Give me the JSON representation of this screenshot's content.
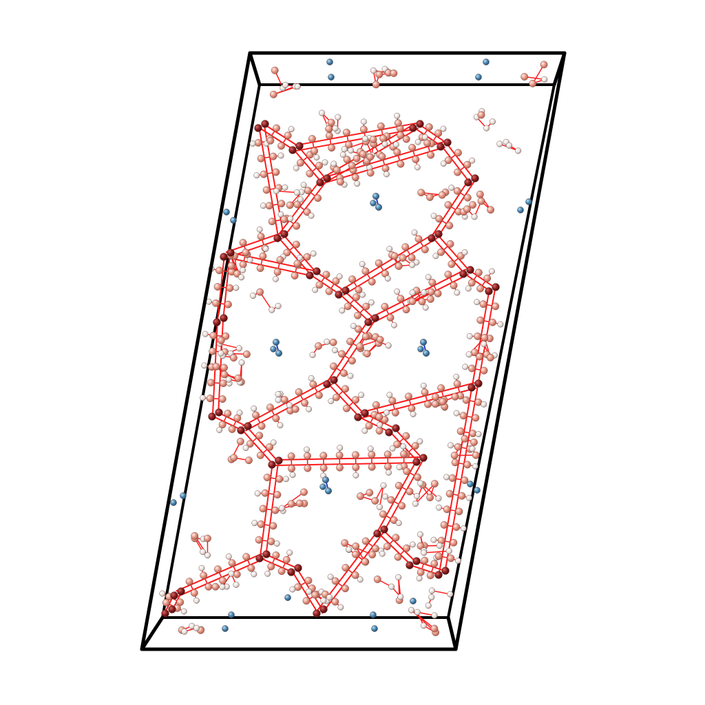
{
  "scene": {
    "background": "#ffffff",
    "cell_edge_color": "#000000",
    "bond_color": "#ff1a1a",
    "n2_bond_color": "#1a3fcf",
    "atom_colors": {
      "carbon": "#e8907c",
      "hydrogen": "#ece3df",
      "metal": "#8c1f1f",
      "nitrogen": "#4a86b0"
    },
    "guest_molecules": [
      "N2",
      "N2",
      "N2",
      "N2"
    ],
    "legend": []
  }
}
